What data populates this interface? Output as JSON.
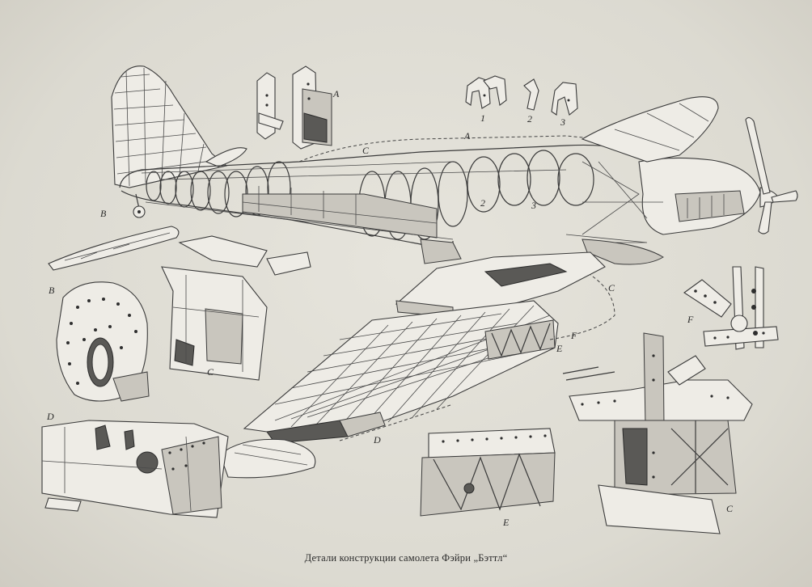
{
  "caption": "Детали конструкции самолета Фэйри „Бэттл“",
  "callouts": {
    "a_top": "A",
    "a_detail": "A",
    "c_fuselage": "C",
    "b_tail": "B",
    "b_plate": "B",
    "c_panel": "C",
    "c_wing": "C",
    "c_joint": "C",
    "d_ring": "D",
    "d_wing": "D",
    "e_wing": "E",
    "e_detail": "E",
    "f_wing": "F",
    "f_detail": "F",
    "n1_section": "1",
    "n2_section": "2",
    "n3_section": "3",
    "n2_fuselage": "2",
    "n3_fuselage": "3"
  }
}
